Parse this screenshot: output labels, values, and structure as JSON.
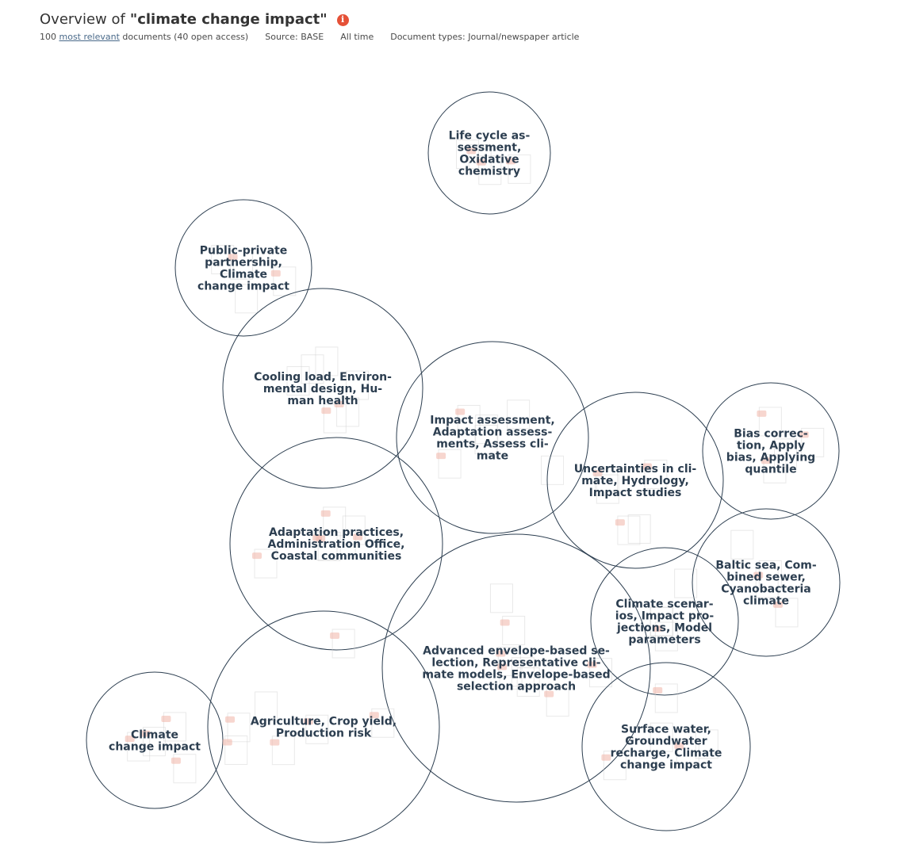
{
  "header": {
    "title_prefix": "Overview of",
    "query": "\"climate change impact\"",
    "info_icon": "info-icon",
    "doc_count": "100",
    "most_relevant_link": "most relevant",
    "documents_text": "documents (40 open access)",
    "source": "Source: BASE",
    "timeframe": "All time",
    "doc_types": "Document types: Journal/newspaper article"
  },
  "colors": {
    "bubble_stroke": "#2c3e50",
    "label": "#2c3e50",
    "accent": "#e55137"
  },
  "bubbles": [
    {
      "id": "life-cycle",
      "lines": [
        "Life cycle as-",
        "sessment,",
        "Oxidative",
        "chemistry"
      ]
    },
    {
      "id": "public-private",
      "lines": [
        "Public-private",
        "partnership,",
        "Climate",
        "change impact"
      ]
    },
    {
      "id": "cooling-load",
      "lines": [
        "Cooling load, Environ-",
        "mental design, Hu-",
        "man health"
      ]
    },
    {
      "id": "impact-assessment",
      "lines": [
        "Impact assessment,",
        "Adaptation assess-",
        "ments, Assess cli-",
        "mate"
      ]
    },
    {
      "id": "uncertainties",
      "lines": [
        "Uncertainties in cli-",
        "mate, Hydrology,",
        "Impact studies"
      ]
    },
    {
      "id": "bias-correction",
      "lines": [
        "Bias correc-",
        "tion, Apply",
        "bias, Applying",
        "quantile"
      ]
    },
    {
      "id": "adaptation-practices",
      "lines": [
        "Adaptation practices,",
        "Administration Office,",
        "Coastal communities"
      ]
    },
    {
      "id": "baltic-sea",
      "lines": [
        "Baltic sea, Com-",
        "bined sewer,",
        "Cyanobacteria",
        "climate"
      ]
    },
    {
      "id": "climate-scenarios",
      "lines": [
        "Climate scenar-",
        "ios, Impact pro-",
        "jections, Model",
        "parameters"
      ]
    },
    {
      "id": "advanced-envelope",
      "lines": [
        "Advanced envelope-based se-",
        "lection, Representative cli-",
        "mate models, Envelope-based",
        "selection approach"
      ]
    },
    {
      "id": "climate-change-impact",
      "lines": [
        "Climate",
        "change impact"
      ]
    },
    {
      "id": "agriculture",
      "lines": [
        "Agriculture, Crop yield,",
        "Production risk"
      ]
    },
    {
      "id": "surface-water",
      "lines": [
        "Surface water,",
        "Groundwater",
        "recharge, Climate",
        "change impact"
      ]
    }
  ]
}
